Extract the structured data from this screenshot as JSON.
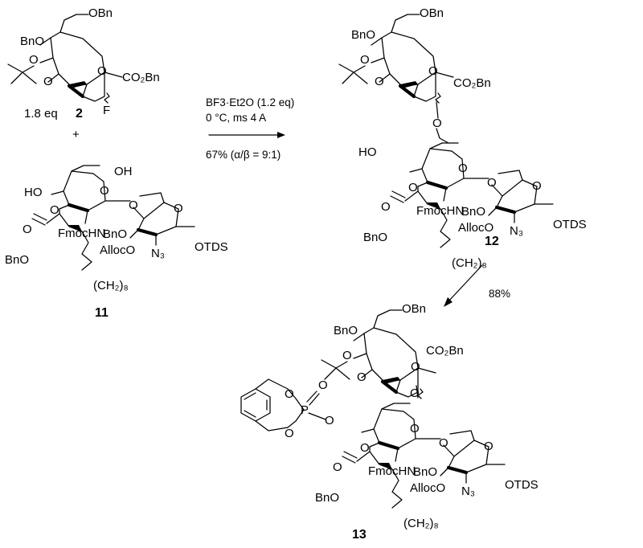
{
  "reagents": {
    "lewis_acid": "BF3·Et2O (1.2 eq)",
    "conditions": "0 °C, ms 4 A",
    "yield_ratio": "67% (α/β = 9:1)",
    "second_yield": "88%"
  },
  "compounds": {
    "donor": {
      "number": "2",
      "equiv": "1.8 eq",
      "plus": "+"
    },
    "acceptor": {
      "number": "11"
    },
    "product": {
      "number": "12"
    },
    "final": {
      "number": "13"
    }
  },
  "labels": {
    "OBn": "OBn",
    "BnO": "BnO",
    "CO2Bn": "CO₂Bn",
    "F": "F",
    "OH": "OH",
    "HO": "HO",
    "O": "O",
    "P": "P",
    "FmocHN": "FmocHN",
    "AllocO": "AllocO",
    "N3": "N₃",
    "OTDS": "OTDS",
    "CH2_8": "(CH₂)₈"
  }
}
